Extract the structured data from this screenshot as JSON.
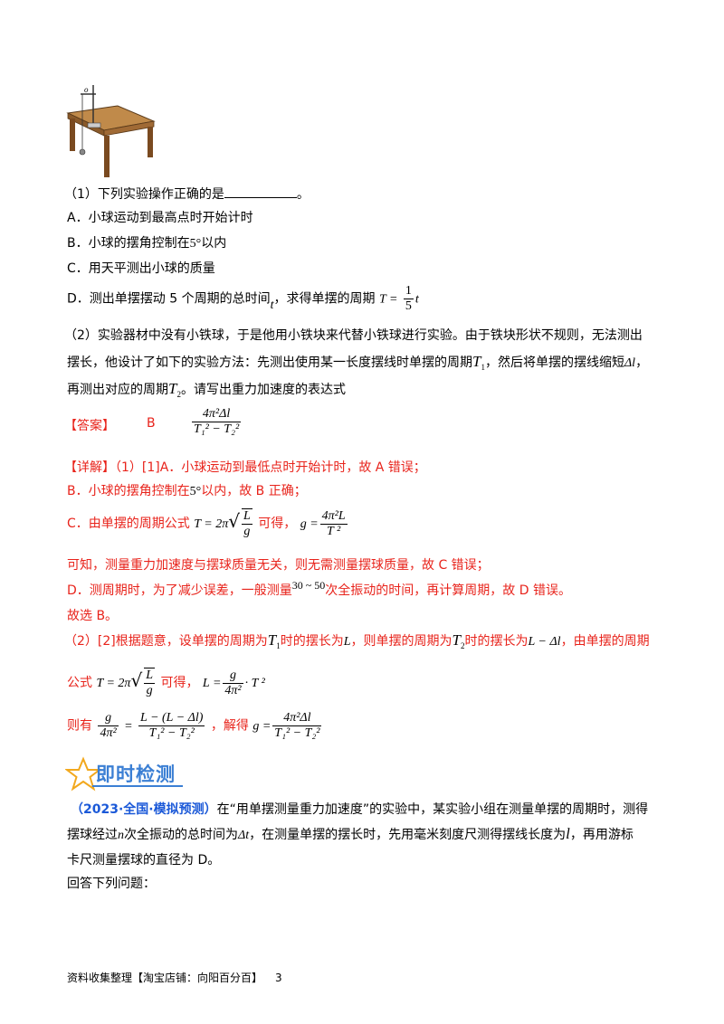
{
  "figure": {
    "label_o": "o"
  },
  "q1": {
    "stem": "（1）下列实验操作正确的是",
    "stem_end": "。",
    "optA": "A．小球运动到最高点时开始计时",
    "optB_pre": "B．小球的摆角控制在",
    "optB_angle": "5°",
    "optB_post": "以内",
    "optC": "C．用天平测出小球的质量",
    "optD_pre": "D．测出单摆摆动 5 个周期的总时间",
    "optD_t": "t",
    "optD_mid": "，求得单摆的周期",
    "optD_formula_lhs": "T =",
    "optD_num": "1",
    "optD_den": "5",
    "optD_var": "t"
  },
  "q2": {
    "line1": "（2）实验器材中没有小铁球，于是他用小铁块来代替小铁球进行实验。由于铁块形状不规则，无法测出",
    "line2_pre": "摆长，他设计了如下的实验方法：先测出使用某一长度摆线时单摆的周期",
    "line2_T1": "T",
    "line2_post": "，然后将单摆的摆线缩短",
    "line2_dl": "Δl",
    "line2_end": "，",
    "line3_pre": "再测出对应的周期",
    "line3_T2": "T",
    "line3_post": "。请写出重力加速度的表达式"
  },
  "answer": {
    "label": "【答案】",
    "choice": "B",
    "num": "4π²Δl",
    "den": "T₁² − T₂²"
  },
  "detail": {
    "label": "【详解】",
    "l1": "（1）[1]A．小球运动到最低点时开始计时，故 A 错误；",
    "l2_pre": "B．小球的摆角控制在",
    "l2_angle": "5°",
    "l2_post": "以内，故 B 正确；",
    "l3_pre": "C．由单摆的周期公式",
    "l3_f1": "T = 2π",
    "l3_sqrt_num": "L",
    "l3_sqrt_den": "g",
    "l3_mid": "可得，",
    "l3_g": "g =",
    "l3_g_num": "4π²L",
    "l3_g_den": "T ²",
    "l4": "可知，测量重力加速度与摆球质量无关，则无需测量摆球质量，故 C 错误；",
    "l5_pre": "D．测周期时，为了减少误差，一般测量",
    "l5_range": "30 ~ 50",
    "l5_post": "次全振动的时间，再计算周期，故 D 错误。",
    "l6": "故选 B。",
    "l7_pre": "（2）[2]根据题意，设单摆的周期为",
    "l7_T1": "T",
    "l7_mid1": "时的摆长为",
    "l7_L": "L",
    "l7_mid2": "，则单摆的周期为",
    "l7_T2": "T",
    "l7_mid3": "时的摆长为",
    "l7_Ldl": "L − Δl",
    "l7_end": "，由单摆的周期",
    "l8_pre": "公式",
    "l8_f": "T = 2π",
    "l8_sqrt_num": "L",
    "l8_sqrt_den": "g",
    "l8_mid": "可得，",
    "l8_L": "L =",
    "l8_num": "g",
    "l8_den": "4π²",
    "l8_tail": "· T ²",
    "l9_pre": "则有",
    "l9_num1": "g",
    "l9_den1": "4π²",
    "l9_eq": "=",
    "l9_num2": "L − (L − Δl)",
    "l9_den2": "T₁² − T₂²",
    "l9_mid": "，解得",
    "l9_g": "g =",
    "l9_num3": "4π²Δl",
    "l9_den3": "T₁² − T₂²"
  },
  "section": {
    "title": "即时检测"
  },
  "problem": {
    "source": "（2023·全国·模拟预测）",
    "l1": "在“用单摆测量重力加速度”的实验中，某实验小组在测量单摆的周期时，测得",
    "l2_pre": "摆球经过",
    "l2_n": "n",
    "l2_mid": "次全振动的总时间为",
    "l2_dt": "Δt",
    "l2_mid2": "，在测量单摆的摆长时，先用毫米刻度尺测得摆线长度为",
    "l2_l": "l",
    "l2_end": "，再用游标",
    "l3": "卡尺测量摆球的直径为 D。",
    "l4": "回答下列问题："
  },
  "footer": {
    "text": "资料收集整理【淘宝店铺：向阳百分百】",
    "page": "3"
  },
  "colors": {
    "answer_red": "#e8231b",
    "source_blue": "#1b59d8",
    "section_blue": "#3b7fd4"
  }
}
